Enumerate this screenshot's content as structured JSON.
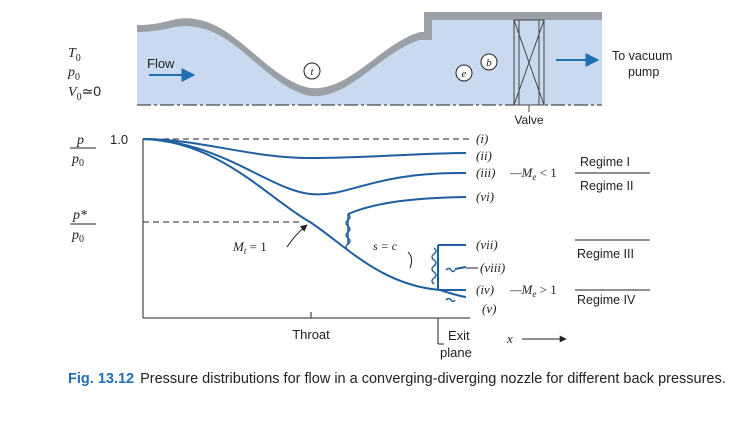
{
  "nozzle": {
    "inlet_T": "T",
    "inlet_T_sub": "0",
    "inlet_p": "p",
    "inlet_p_sub": "0",
    "inlet_V": "V",
    "inlet_V_sub": "0",
    "inlet_V_val": "≃0",
    "flow_label": "Flow",
    "marker_t": "t",
    "marker_e": "e",
    "marker_b": "b",
    "valve_label": "Valve",
    "pump_line1": "To vacuum",
    "pump_line2": "pump",
    "colors": {
      "fluid": "#c9d9ef",
      "wall": "#9aa0a6",
      "arrow": "#1f6fb2"
    }
  },
  "plot": {
    "ylabel_num": "p",
    "ylabel_den": "p",
    "ylabel_den_sub": "0",
    "ytick_1": "1.0",
    "pstar_num": "p*",
    "pstar_den": "p",
    "pstar_den_sub": "0",
    "curve_i": "(i)",
    "curve_ii": "(ii)",
    "curve_iii": "(iii)",
    "curve_vi": "(vi)",
    "curve_vii": "(vii)",
    "curve_viii": "(viii)",
    "curve_iv": "(iv)",
    "curve_v": "(v)",
    "mach_sub": "—M",
    "mach_sub_e": "e",
    "mach_sub_cond": " < 1",
    "mach_sup": "—M",
    "mach_sup_e": "e",
    "mach_sup_cond": " > 1",
    "throat_mach": "M",
    "throat_mach_t": "t",
    "throat_mach_val": " = 1",
    "isentropic": "s = c",
    "regime_1": "Regime I",
    "regime_2": "Regime II",
    "regime_3": "Regime III",
    "regime_4": "Regime IV",
    "xlabel_throat": "Throat",
    "xlabel_exit_1": "Exit",
    "xlabel_exit_2": "plane",
    "xlabel_x": "x",
    "colors": {
      "curve": "#1f5f9f",
      "axis": "#222222"
    }
  },
  "caption": {
    "label": "Fig.",
    "number": "13.12",
    "text": "Pressure distributions for flow in a converging-diverging nozzle for different back pressures."
  }
}
